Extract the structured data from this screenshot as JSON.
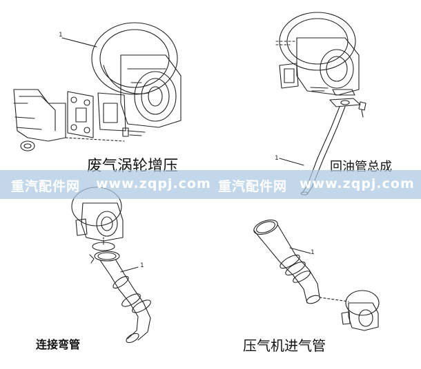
{
  "labels": {
    "turbo": "废气涡轮增压",
    "oil_pipe": "回油管总成",
    "elbow": "连接弯管",
    "intake": "压气机进气管"
  },
  "part_numbers": {
    "turbo": "1",
    "oil_pipe": "1",
    "elbow": "1",
    "intake": "1"
  },
  "watermark": {
    "brand1": "重汽配件网",
    "url1": "www.zqpj.com",
    "brand2": "重汽配件网",
    "url2": "www.zqpj.com"
  },
  "colors": {
    "line": "#222222",
    "banner": "#a9c7e0",
    "watermark_text": "#ffffff"
  }
}
